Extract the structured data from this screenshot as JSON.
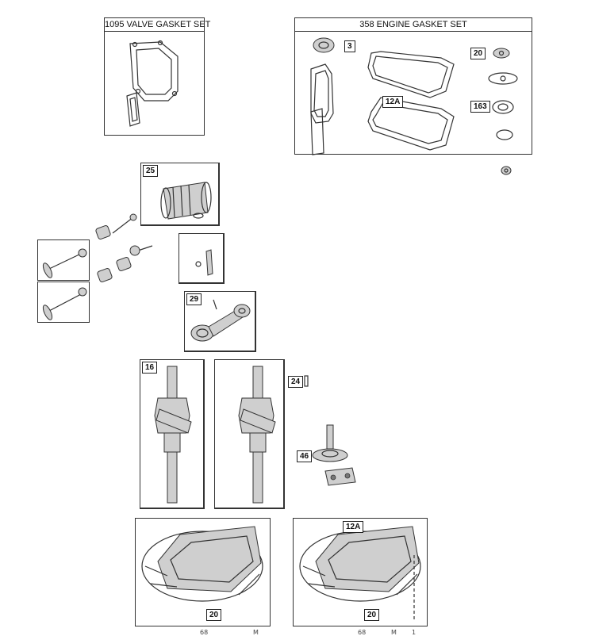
{
  "kits": {
    "valve_gasket_set": "1095 VALVE GASKET SET",
    "engine_gasket_set": "358 ENGINE GASKET SET"
  },
  "callouts": {
    "seal": "3",
    "gasket_20_top": "20",
    "gasket_12a_top": "12A",
    "gasket_163": "163",
    "piston": "25",
    "connecting_rod": "29",
    "crankshaft": "16",
    "key": "24",
    "governor": "46",
    "sump_gasket_20_left": "20",
    "sump_12a": "12A",
    "sump_gasket_20_right": "20"
  },
  "sheet_marks": [
    "68",
    "M",
    "68",
    "M",
    "1"
  ]
}
